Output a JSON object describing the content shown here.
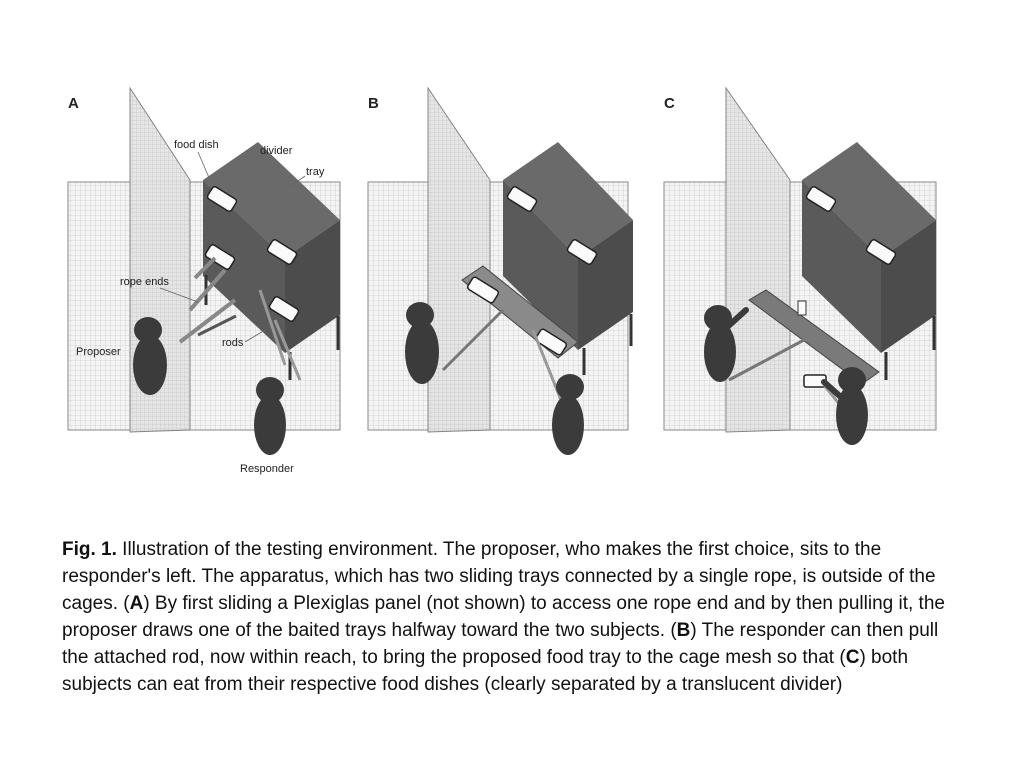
{
  "figure": {
    "panels": [
      {
        "letter": "A"
      },
      {
        "letter": "B"
      },
      {
        "letter": "C"
      }
    ],
    "labels": {
      "food_dish": "food dish",
      "divider": "divider",
      "tray": "tray",
      "rope_ends": "rope ends",
      "proposer": "Proposer",
      "rods": "rods",
      "responder": "Responder"
    }
  },
  "caption": {
    "lead": "Fig. 1.",
    "s1": " Illustration of the testing environment. The proposer, who makes the first choice, sits to the responder's left. The apparatus, which has two sliding trays connected by a single rope, is outside of the cages. (",
    "a": "A",
    "s2": ") By first sliding a Plexiglas panel (not shown) to access one rope end and by then pulling it, the proposer draws one of the baited trays halfway toward the two subjects. (",
    "b": "B",
    "s3": ") The responder can then pull the attached rod, now within reach, to bring the proposed food tray to the cage mesh so that (",
    "c": "C",
    "s4": ") both subjects can eat from their respective food dishes (clearly separated by a translucent divider)"
  }
}
